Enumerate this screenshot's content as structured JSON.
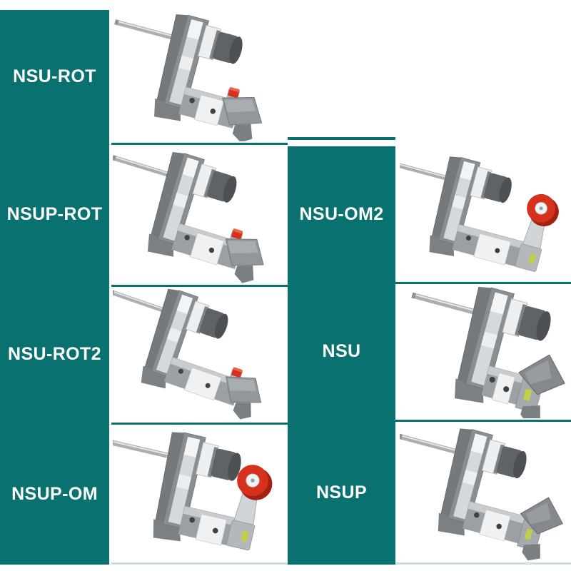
{
  "colors": {
    "teal": "#097170",
    "label_text": "#ffffff",
    "separator_bottom": "#c9dfe2",
    "device_red": "#d5311c",
    "device_grey": "#9ba0a4",
    "sticker_green": "#c3cf46"
  },
  "labels": {
    "left": [
      {
        "label": "NSU-ROT"
      },
      {
        "label": "NSUP-ROT"
      },
      {
        "label": "NSU-ROT2"
      },
      {
        "label": "NSUP-OM"
      }
    ],
    "right": [
      {
        "label": "NSU-OM2"
      },
      {
        "label": "NSU"
      },
      {
        "label": "NSUP"
      }
    ]
  },
  "images": {
    "nsu_rot": "grey safety switch, rod, red button with rotary lever",
    "nsup_rot": "grey safety switch, long body, red button with rotary lever",
    "nsu_rot2": "grey safety switch, extra long body, red button with rotary lever",
    "nsup_om": "grey safety switch with red roller lever",
    "nsu_om2": "grey safety switch, long body, red roller at end",
    "nsu": "grey safety switch with plain actuating vane",
    "nsup": "grey safety switch, long body, plain actuating vane"
  }
}
